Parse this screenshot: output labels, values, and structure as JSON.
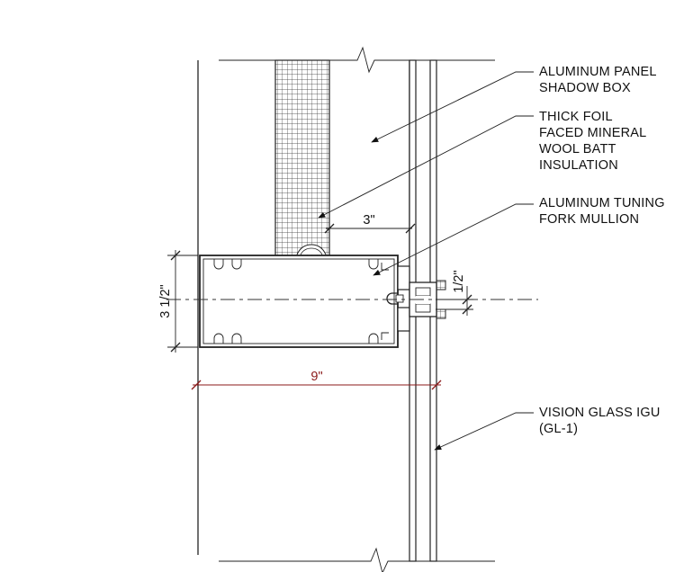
{
  "callouts": [
    {
      "lines": [
        "ALUMINUM PANEL",
        "SHADOW BOX"
      ]
    },
    {
      "lines": [
        "THICK FOIL",
        "FACED MINERAL",
        "WOOL BATT",
        "INSULATION"
      ]
    },
    {
      "lines": [
        "ALUMINUM TUNING",
        "FORK MULLION"
      ]
    },
    {
      "lines": [
        "VISION GLASS IGU",
        "(GL-1)"
      ]
    }
  ],
  "dimensions": {
    "offset": "3\"",
    "depth": "9\"",
    "face_width": "3 1/2\"",
    "joint": "1/2\""
  },
  "colors": {
    "line": "#222222",
    "depth_dimension": "#8b1a1a"
  }
}
